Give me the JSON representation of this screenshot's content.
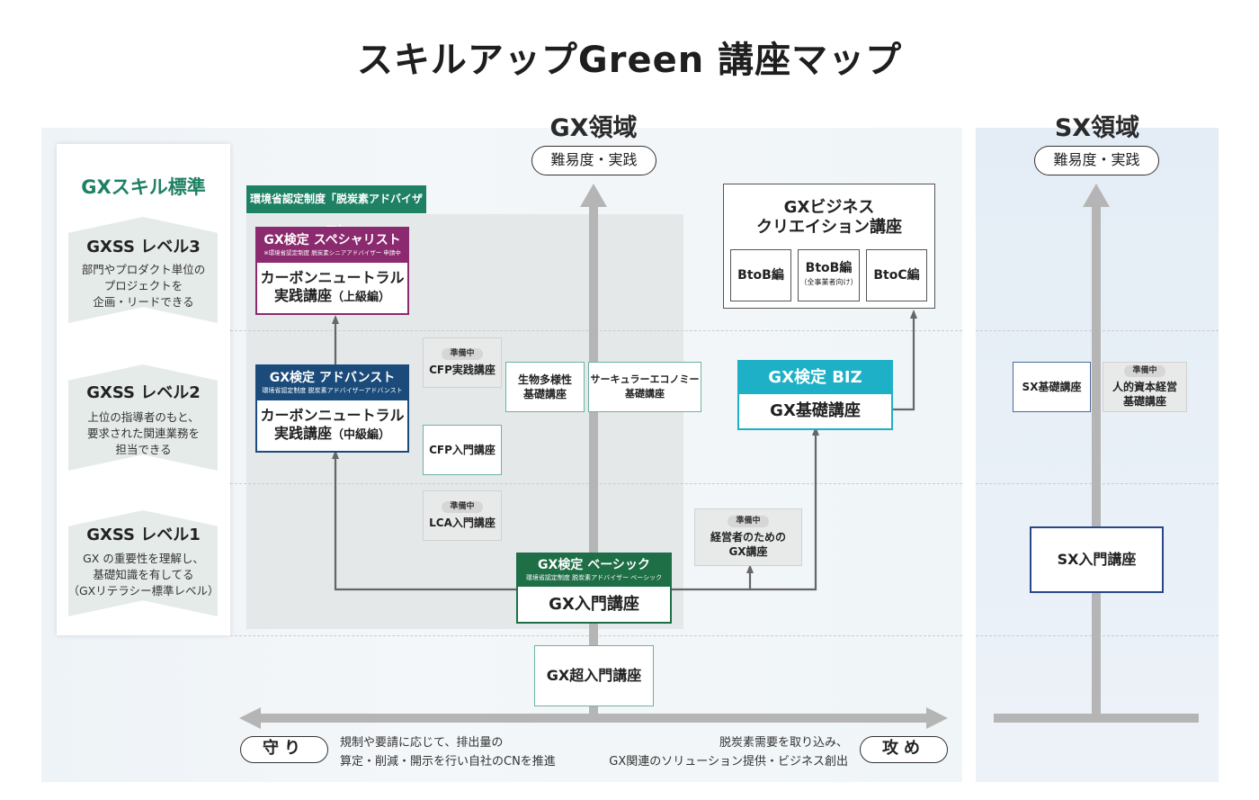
{
  "title": "スキルアップGreen 講座マップ",
  "gx_domain": {
    "title": "GX領域",
    "axis_label": "難易度・実践"
  },
  "sx_domain": {
    "title": "SX領域",
    "axis_label": "難易度・実践"
  },
  "skill_standard": {
    "title": "GXスキル標準",
    "levels": [
      {
        "title": "GXSS レベル3",
        "desc": [
          "部門やプロダクト単位の",
          "プロジェクトを",
          "企画・リードできる"
        ]
      },
      {
        "title": "GXSS レベル2",
        "desc": [
          "上位の指導者のもと、",
          "要求された関連業務を",
          "担当できる"
        ]
      },
      {
        "title": "GXSS レベル1",
        "desc": [
          "GX の重要性を理解し、",
          "基礎知識を有してる",
          "（GXリテラシー標準レベル）"
        ]
      }
    ]
  },
  "env_banner": "環境省認定制度「脱炭素アドバイザー」",
  "certs": {
    "specialist": {
      "head": "GX検定 スペシャリスト",
      "sub": "※環境省認定制度 脱炭素シニアアドバイザー 申請中",
      "main": "カーボンニュートラル",
      "main2": "実践講座",
      "suffix": "（上級編）"
    },
    "advanced": {
      "head": "GX検定 アドバンスト",
      "sub": "環境省認定制度 脱炭素アドバイザーアドバンスト",
      "main": "カーボンニュートラル",
      "main2": "実践講座",
      "suffix": "（中級編）"
    },
    "basic": {
      "head": "GX検定 ベーシック",
      "sub": "環境省認定制度 脱炭素アドバイザー ベーシック",
      "main": "GX入門講座"
    },
    "biz": {
      "head": "GX検定 BIZ",
      "main": "GX基礎講座"
    }
  },
  "courses": {
    "cfp_practice": {
      "tag": "準備中",
      "name": "CFP実践講座"
    },
    "cfp_intro": {
      "name": "CFP入門講座"
    },
    "lca_intro": {
      "tag": "準備中",
      "name": "LCA入門講座"
    },
    "biodiversity": {
      "name1": "生物多様性",
      "name2": "基礎講座"
    },
    "circular": {
      "name1": "サーキュラーエコノミー",
      "name2": "基礎講座"
    },
    "exec": {
      "tag": "準備中",
      "name1": "経営者のための",
      "name2": "GX講座"
    },
    "super_intro": {
      "name": "GX超入門講座"
    },
    "sx_basic": {
      "name": "SX基礎講座"
    },
    "human_capital": {
      "tag": "準備中",
      "name1": "人的資本経営",
      "name2": "基礎講座"
    },
    "sx_intro": {
      "name": "SX入門講座"
    }
  },
  "biz_creation": {
    "title1": "GXビジネス",
    "title2": "クリエイション講座",
    "subs": [
      {
        "name": "BtoB編",
        "note": ""
      },
      {
        "name": "BtoB編",
        "note": "（全事業者向け）"
      },
      {
        "name": "BtoC編",
        "note": ""
      }
    ]
  },
  "bottom": {
    "left_pill": "守り",
    "left_text": [
      "規制や要請に応じて、排出量の",
      "算定・削減・開示を行い自社のCNを推進"
    ],
    "right_pill": "攻め",
    "right_text": [
      "脱炭素需要を取り込み、",
      "GX関連のソリューション提供・ビジネス創出"
    ]
  },
  "colors": {
    "green": "#1e8164",
    "purple": "#8b2a6e",
    "navy": "#1a4b7a",
    "teal": "#1eb0c6",
    "sx_blue": "#27478a",
    "axis_gray": "#b5b5b5"
  }
}
